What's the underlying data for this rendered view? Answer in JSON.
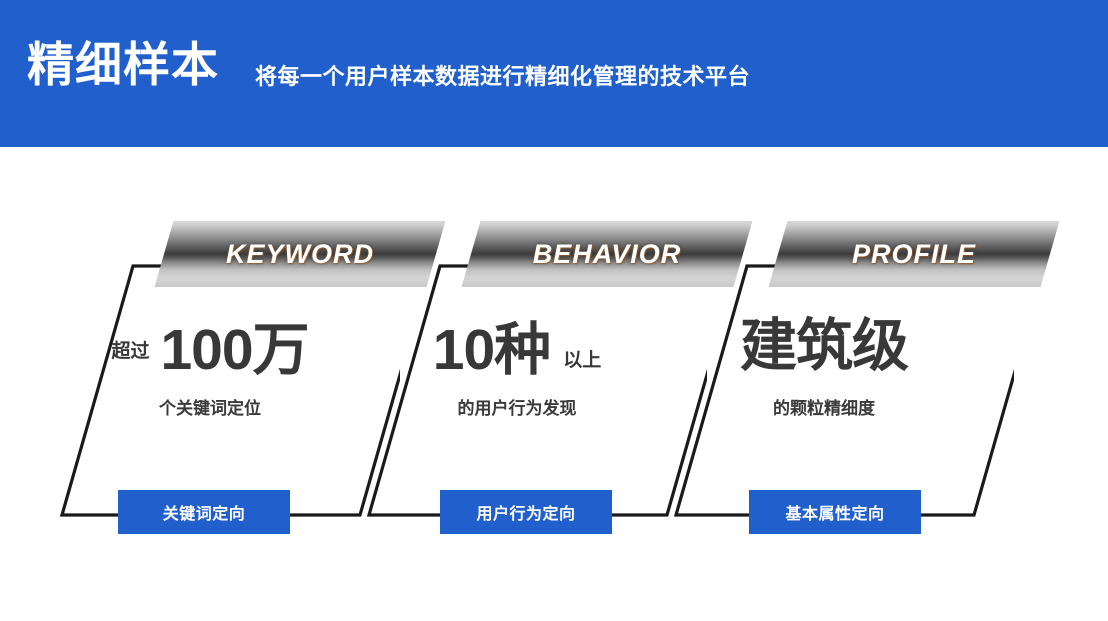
{
  "header": {
    "title": "精细样本",
    "subtitle": "将每一个用户样本数据进行精细化管理的技术平台",
    "background_color": "#2160CC",
    "text_color": "#FFFFFF"
  },
  "theme": {
    "accent_blue": "#2160CC",
    "outline_color": "#1A1A1A",
    "stat_text_color": "#383838",
    "tab_gradient_light": "#D4D4D4",
    "tab_gradient_dark": "#3B3B3B",
    "page_background": "#FFFFFF"
  },
  "cards": [
    {
      "tab_label": "KEYWORD",
      "stat_prefix": "超过",
      "stat_value": "100万",
      "stat_suffix": "",
      "caption": "个关键词定位",
      "button_label": "关键词定向"
    },
    {
      "tab_label": "BEHAVIOR",
      "stat_prefix": "",
      "stat_value": "10种",
      "stat_suffix": "以上",
      "caption": "的用户行为发现",
      "button_label": "用户行为定向"
    },
    {
      "tab_label": "PROFILE",
      "stat_prefix": "",
      "stat_value": "建筑级",
      "stat_suffix": "",
      "caption": "的颗粒精细度",
      "button_label": "基本属性定向"
    }
  ]
}
